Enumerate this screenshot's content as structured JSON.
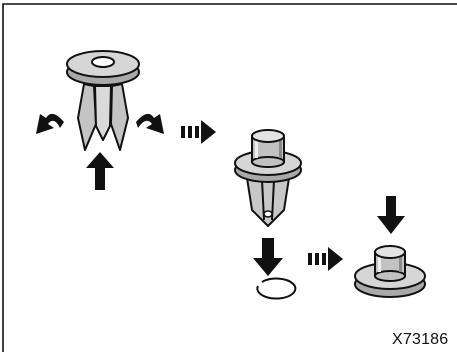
{
  "figure": {
    "id_label": "X73186",
    "steps": [
      "clip-spread-legs",
      "clip-pin-raised",
      "clip-installed"
    ],
    "colors": {
      "line": "#111111",
      "light_gray": "#d9d9d9",
      "mid_gray": "#bdbdbd",
      "dark_gray": "#8c8c8c",
      "background": "#ffffff"
    },
    "icons": {
      "spread_arrows": "curved-arrow-icon",
      "push_arrow": "up-arrow-icon",
      "sequence_arrow": "dashed-right-arrow-icon",
      "press_arrow": "down-arrow-icon",
      "hole": "mounting-hole-icon"
    }
  }
}
